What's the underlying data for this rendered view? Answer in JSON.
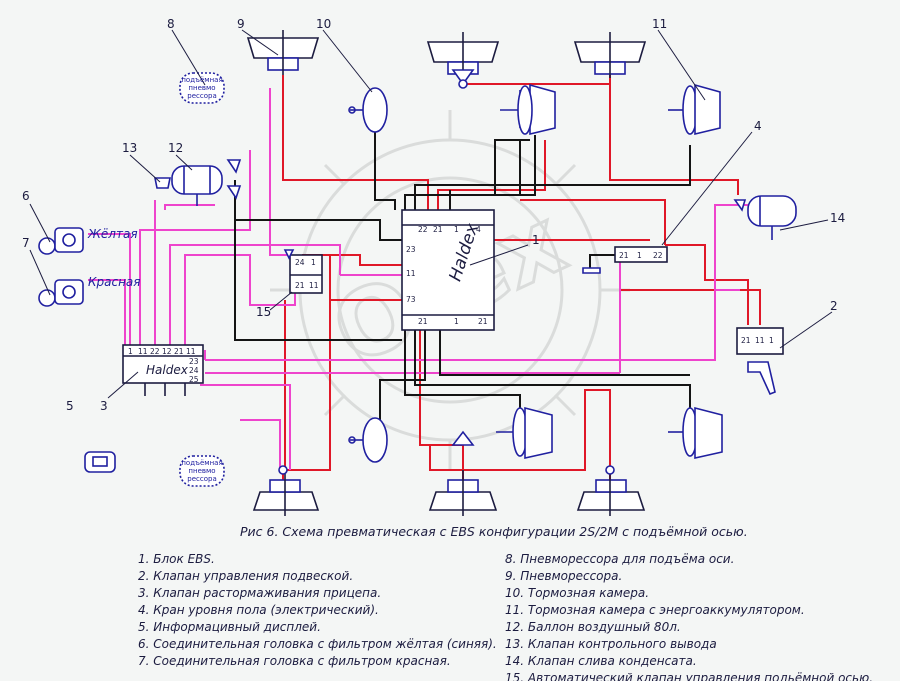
{
  "callouts": [
    "1",
    "2",
    "3",
    "4",
    "5",
    "6",
    "7",
    "8",
    "9",
    "10",
    "11",
    "12",
    "13",
    "14",
    "15"
  ],
  "labels": {
    "yellow": "Жёлтая",
    "red": "Красная",
    "lift_bellows": "подъёмная пневмо рессора",
    "lift_bellows_lines": [
      "подъёмная",
      "пневмо",
      "рессора"
    ],
    "haldex_ebs": "Haldex",
    "haldex_valve": "Haldex",
    "watermark": "Ofex"
  },
  "ports": {
    "ebs_top": [
      "22",
      "21",
      "1",
      "4"
    ],
    "ebs_left": [
      "23",
      "11",
      "73"
    ],
    "ebs_bottom": [
      "21",
      "1",
      "21"
    ],
    "valve3_top": [
      "1",
      "11",
      "22",
      "12",
      "21",
      "11"
    ],
    "valve3_right": [
      "23",
      "24",
      "25"
    ],
    "valve15_top": [
      "24",
      "1"
    ],
    "valve15_bottom": [
      "21",
      "11"
    ],
    "valve4": [
      "21",
      "1",
      "22"
    ],
    "valve2": [
      "21",
      "11",
      "1"
    ]
  },
  "caption": "Рис 6. Схема превматическая  с EBS конфигурации 2S/2M с подъёмной осью.",
  "legend_left": [
    "1. Блок EBS.",
    "2. Клапан управления подвеской.",
    "3. Клапан растормаживания прицепа.",
    "4. Кран уровня пола (электрический).",
    "5. Информацивный дисплей.",
    "6. Соединительная головка с фильтром жёлтая (синяя).",
    "7. Соединительная головка с фильтром красная."
  ],
  "legend_right": [
    "8. Пневморессора для подъёма оси.",
    "9. Пневморессора.",
    "10. Тормозная камера.",
    "11. Тормозная камера с энергоаккумулятором.",
    "12. Баллон воздушный 80л.",
    "13. Клапан контрольного вывода",
    "14. Клапан слива конденсата.",
    "15. Автоматический клапан управления подьёмной осью."
  ],
  "colors": {
    "red_line": "#e01828",
    "pink_line": "#ee44cc",
    "black_line": "#141414",
    "drawing": "#1c1c40",
    "component": "#2020a0"
  }
}
